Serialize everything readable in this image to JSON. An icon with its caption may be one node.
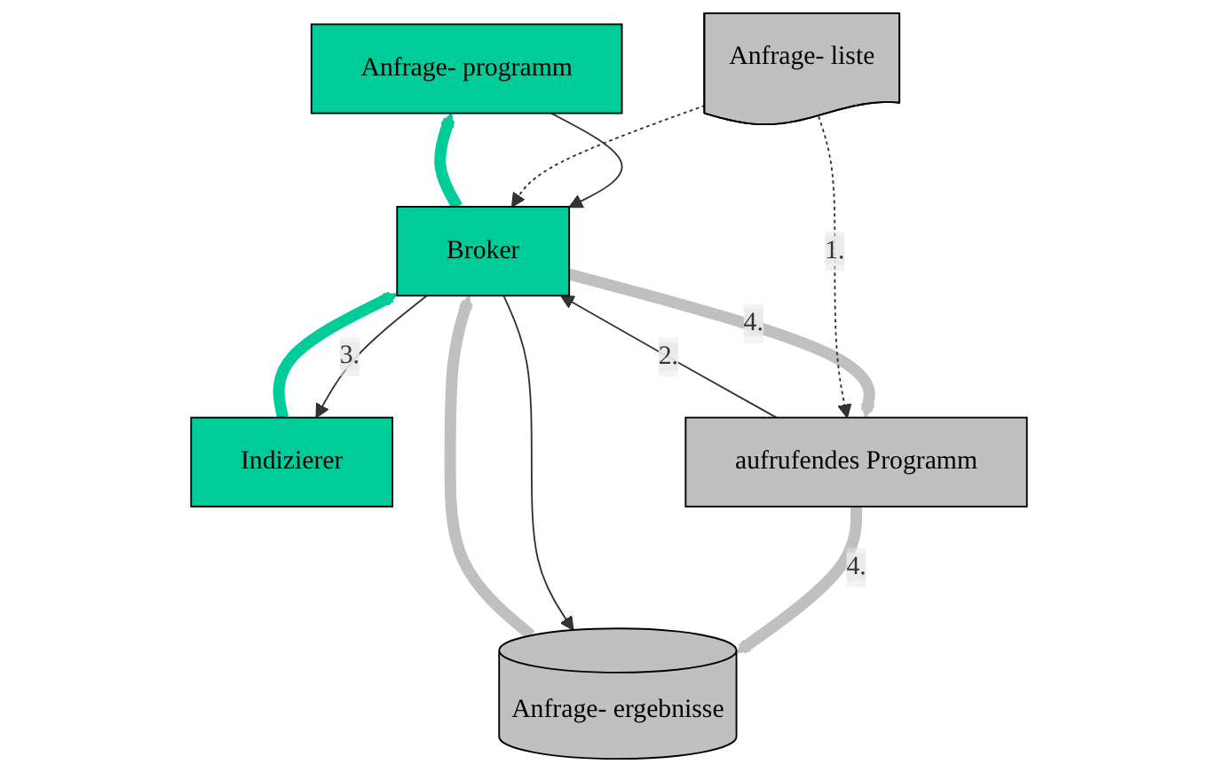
{
  "diagram": {
    "nodes": [
      {
        "text": [
          "Anfrage- programm"
        ]
      },
      {
        "text": [
          "Broker"
        ]
      },
      {
        "text": [
          "Indizierer"
        ]
      },
      {
        "text": [
          "aufrufendes Programm"
        ]
      },
      {
        "text": [
          "Anfrage- ergebnisse"
        ]
      },
      {
        "text": [
          "Anfrage- liste"
        ]
      }
    ],
    "edges": [
      {
        "from": 1,
        "to": 0,
        "arrow": "to",
        "style": "thick",
        "color": "#00cc99"
      },
      {
        "from": 0,
        "to": 1,
        "arrow": "to"
      },
      {
        "from": 2,
        "to": 1,
        "arrow": "to",
        "style": "thick",
        "color": "#00cc99"
      },
      {
        "from": 1,
        "to": 2,
        "arrow": "to",
        "label": "3."
      },
      {
        "from": 3,
        "to": 1,
        "arrow": "to",
        "label": "2."
      },
      {
        "from": 1,
        "to": 3,
        "arrow": "to",
        "label": "4.",
        "style": "thick",
        "color": "#c0c0c0"
      },
      {
        "from": 3,
        "to": 4,
        "arrow": "to",
        "label": "4.",
        "style": "thick",
        "color": "#c0c0c0"
      },
      {
        "from": 4,
        "to": 1,
        "arrow": "to",
        "style": "thick",
        "color": "#c0c0c0"
      },
      {
        "from": 1,
        "to": 4,
        "arrow": "to"
      },
      {
        "from": 5,
        "to": 1,
        "arrow": "to",
        "style": "dashed"
      },
      {
        "from": 5,
        "to": 3,
        "arrow": "to",
        "label": "1.",
        "style": "dashed"
      }
    ]
  }
}
